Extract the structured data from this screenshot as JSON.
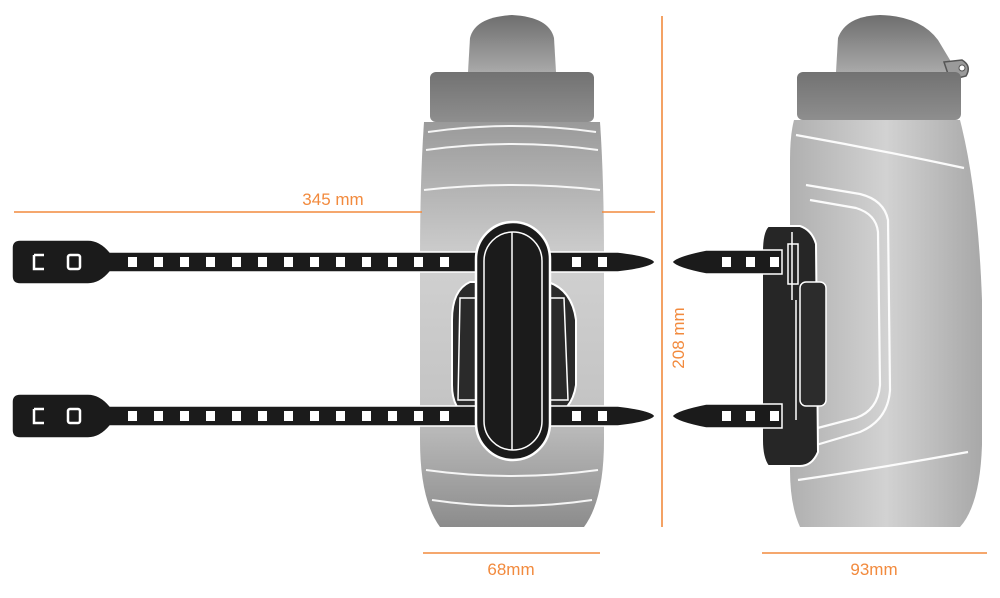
{
  "colors": {
    "accent": "#f28a3d",
    "bottle_light": "#c8c8c8",
    "bottle_dark": "#8a8a8a",
    "strap": "#1b1b1b",
    "outline": "#ffffff"
  },
  "dimensions": {
    "strap_length": "345 mm",
    "height": "208 mm",
    "width_front": "68mm",
    "width_side": "93mm"
  }
}
